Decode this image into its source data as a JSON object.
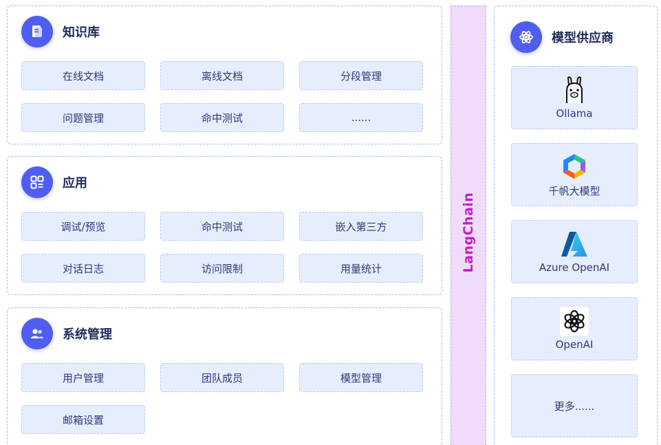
{
  "knowledge_base": {
    "title": "知识库",
    "items": [
      "在线文档",
      "离线文档",
      "分段管理",
      "问题管理",
      "命中测试",
      "......"
    ]
  },
  "application": {
    "title": "应用",
    "items": [
      "调试/预览",
      "命中测试",
      "嵌入第三方",
      "对话日志",
      "访问限制",
      "用量统计"
    ]
  },
  "system_management": {
    "title": "系统管理",
    "items": [
      "用户管理",
      "团队成员",
      "模型管理",
      "邮箱设置"
    ]
  },
  "langchain": {
    "label": "LangChain"
  },
  "model_providers": {
    "title": "模型供应商",
    "providers": [
      {
        "name": "Ollama",
        "icon": "llama-icon"
      },
      {
        "name": "千帆大模型",
        "icon": "qianfan-icon"
      },
      {
        "name": "Azure OpenAI",
        "icon": "azure-icon"
      },
      {
        "name": "OpenAI",
        "icon": "openai-icon"
      },
      {
        "name": "更多......",
        "icon": ""
      }
    ]
  },
  "colors": {
    "accent": "#4f5ef0",
    "chip_bg": "#e6edfd",
    "langchain_bg": "#eedcfa",
    "langchain_text": "#c41dc6"
  }
}
